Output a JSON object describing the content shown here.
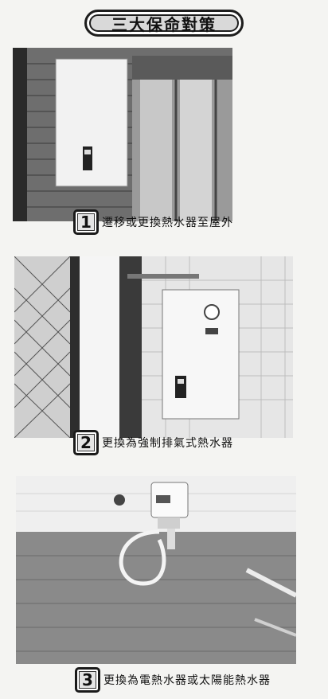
{
  "title": "三大保命對策",
  "steps": [
    {
      "num": "1",
      "caption": "遷移或更換熱水器至屋外"
    },
    {
      "num": "2",
      "caption": "更換為強制排氣式熱水器"
    },
    {
      "num": "3",
      "caption": "更換為電熱水器或太陽能熱水器"
    }
  ],
  "icons": {
    "photo1": "outdoor-water-heater-photo",
    "photo2": "forced-exhaust-water-heater-photo",
    "photo3": "electric-water-heater-bathroom-photo"
  }
}
